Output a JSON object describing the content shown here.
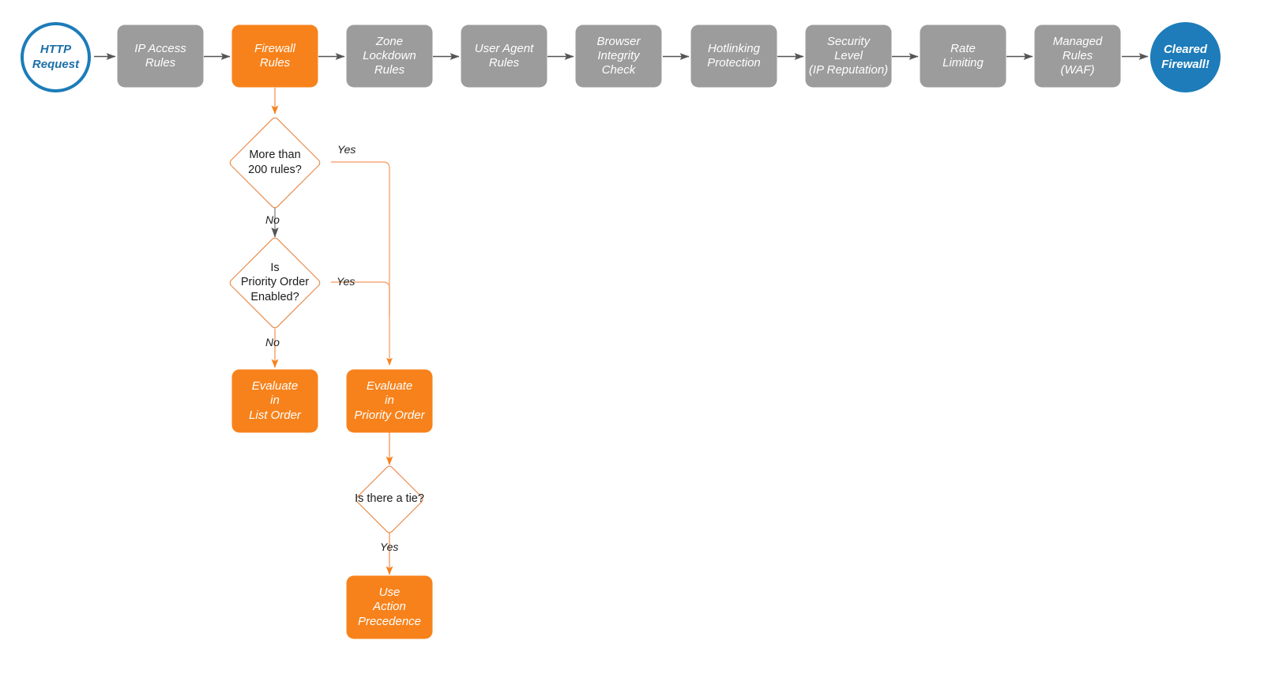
{
  "diagram": {
    "title": "Cloudflare Firewall Rules Evaluation Order",
    "colors": {
      "gray_node": "#9c9c9c",
      "orange_node": "#f7821b",
      "orange_outline": "#e8762c",
      "blue": "#1d7cb9",
      "gray_arrow": "#555555",
      "light_orange_arrow": "#f7a878"
    }
  },
  "pipeline": {
    "start": {
      "label": "HTTP\nRequest",
      "shape": "circle-outline"
    },
    "steps": [
      {
        "label": "IP Access\nRules",
        "shape": "box",
        "color": "gray"
      },
      {
        "label": "Firewall\nRules",
        "shape": "box",
        "color": "orange"
      },
      {
        "label": "Zone\nLockdown\nRules",
        "shape": "box",
        "color": "gray"
      },
      {
        "label": "User Agent\nRules",
        "shape": "box",
        "color": "gray"
      },
      {
        "label": "Browser\nIntegrity\nCheck",
        "shape": "box",
        "color": "gray"
      },
      {
        "label": "Hotlinking\nProtection",
        "shape": "box",
        "color": "gray"
      },
      {
        "label": "Security\nLevel\n(IP Reputation)",
        "shape": "box",
        "color": "gray"
      },
      {
        "label": "Rate\nLimiting",
        "shape": "box",
        "color": "gray"
      },
      {
        "label": "Managed\nRules\n(WAF)",
        "shape": "box",
        "color": "gray"
      }
    ],
    "end": {
      "label": "Cleared\nFirewall!",
      "shape": "circle-filled"
    }
  },
  "detail": {
    "decisions": [
      {
        "id": "more-than-200-rules",
        "label": "More than\n200 rules?"
      },
      {
        "id": "is-priority-order-enabled",
        "label": "Is\nPriority Order\nEnabled?"
      },
      {
        "id": "is-there-a-tie",
        "label": "Is there a tie?"
      }
    ],
    "outcomes": [
      {
        "id": "evaluate-list-order",
        "label": "Evaluate\nin\nList Order"
      },
      {
        "id": "evaluate-priority-order",
        "label": "Evaluate\nin\nPriority Order"
      },
      {
        "id": "use-action-precedence",
        "label": "Use\nAction\nPrecedence"
      }
    ],
    "edge_labels": {
      "yes_200": "Yes",
      "no_200": "No",
      "yes_priority": "Yes",
      "no_priority": "No",
      "yes_tie": "Yes"
    }
  }
}
